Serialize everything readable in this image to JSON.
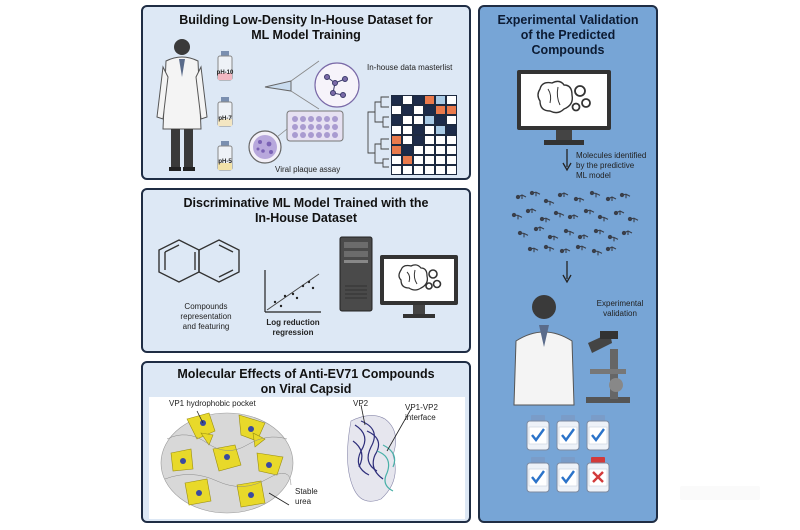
{
  "panel1": {
    "title": "Building Low-Density In-House Dataset for\nML Model Training",
    "ph_labels": [
      "pH-10",
      "pH-7",
      "pH-5"
    ],
    "masterlist_label": "In-house data masterlist",
    "plaque_label": "Viral plaque assay"
  },
  "panel2": {
    "title": "Discriminative ML Model Trained with the\nIn-House Dataset",
    "compounds_label": "Compounds\nrepresentation\nand featuring",
    "regression_label": "Log reduction\nregression"
  },
  "panel3": {
    "title": "Molecular Effects of Anti-EV71 Compounds\non Viral Capsid",
    "pocket_label": "VP1 hydrophobic pocket",
    "vp2_label": "VP2",
    "interface_label": "VP1-VP2\ninterface",
    "stable_label": "Stable\nurea"
  },
  "panel4": {
    "title": "Experimental Validation\nof the Predicted\nCompounds",
    "molecules_label": "Molecules identified\nby the predictive\nML model",
    "validation_label": "Experimental\nvalidation"
  },
  "colors": {
    "panel_bg": "#dde8f5",
    "right_panel_bg": "#77a5d6",
    "heatmap_navy": "#1c2b4a",
    "heatmap_orange": "#ea7a4c",
    "heatmap_blue": "#a9cbe6",
    "check_blue": "#2b73c9",
    "x_red": "#d23a3a"
  }
}
